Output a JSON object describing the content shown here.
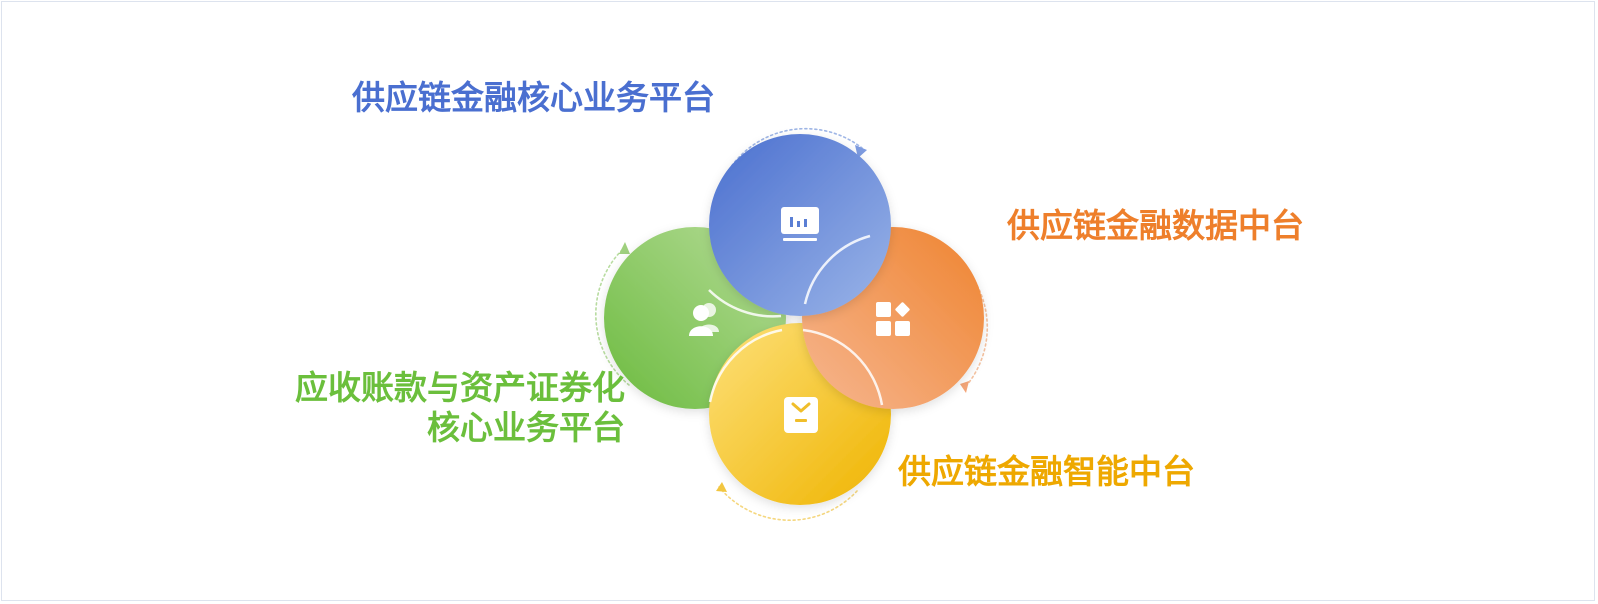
{
  "labels": {
    "core_platform": "供应链金融核心业务平台",
    "data_center": "供应链金融数据中台",
    "intelligent_center": "供应链金融智能中台",
    "abs_platform_line1": "应收账款与资产证券化",
    "abs_platform_line2": "核心业务平台"
  },
  "colors": {
    "blue": "#4a72cc",
    "orange": "#ee8a3e",
    "yellow": "#f2b300",
    "green": "#6dbb45",
    "blue_text": "#4a6fd0",
    "orange_text": "#ee7f2b",
    "yellow_text": "#eea800",
    "green_text": "#6bbf3c"
  },
  "icons": {
    "blue": "monitor-chart-icon",
    "orange": "app-grid-icon",
    "yellow": "tag-icon",
    "green": "users-icon"
  }
}
